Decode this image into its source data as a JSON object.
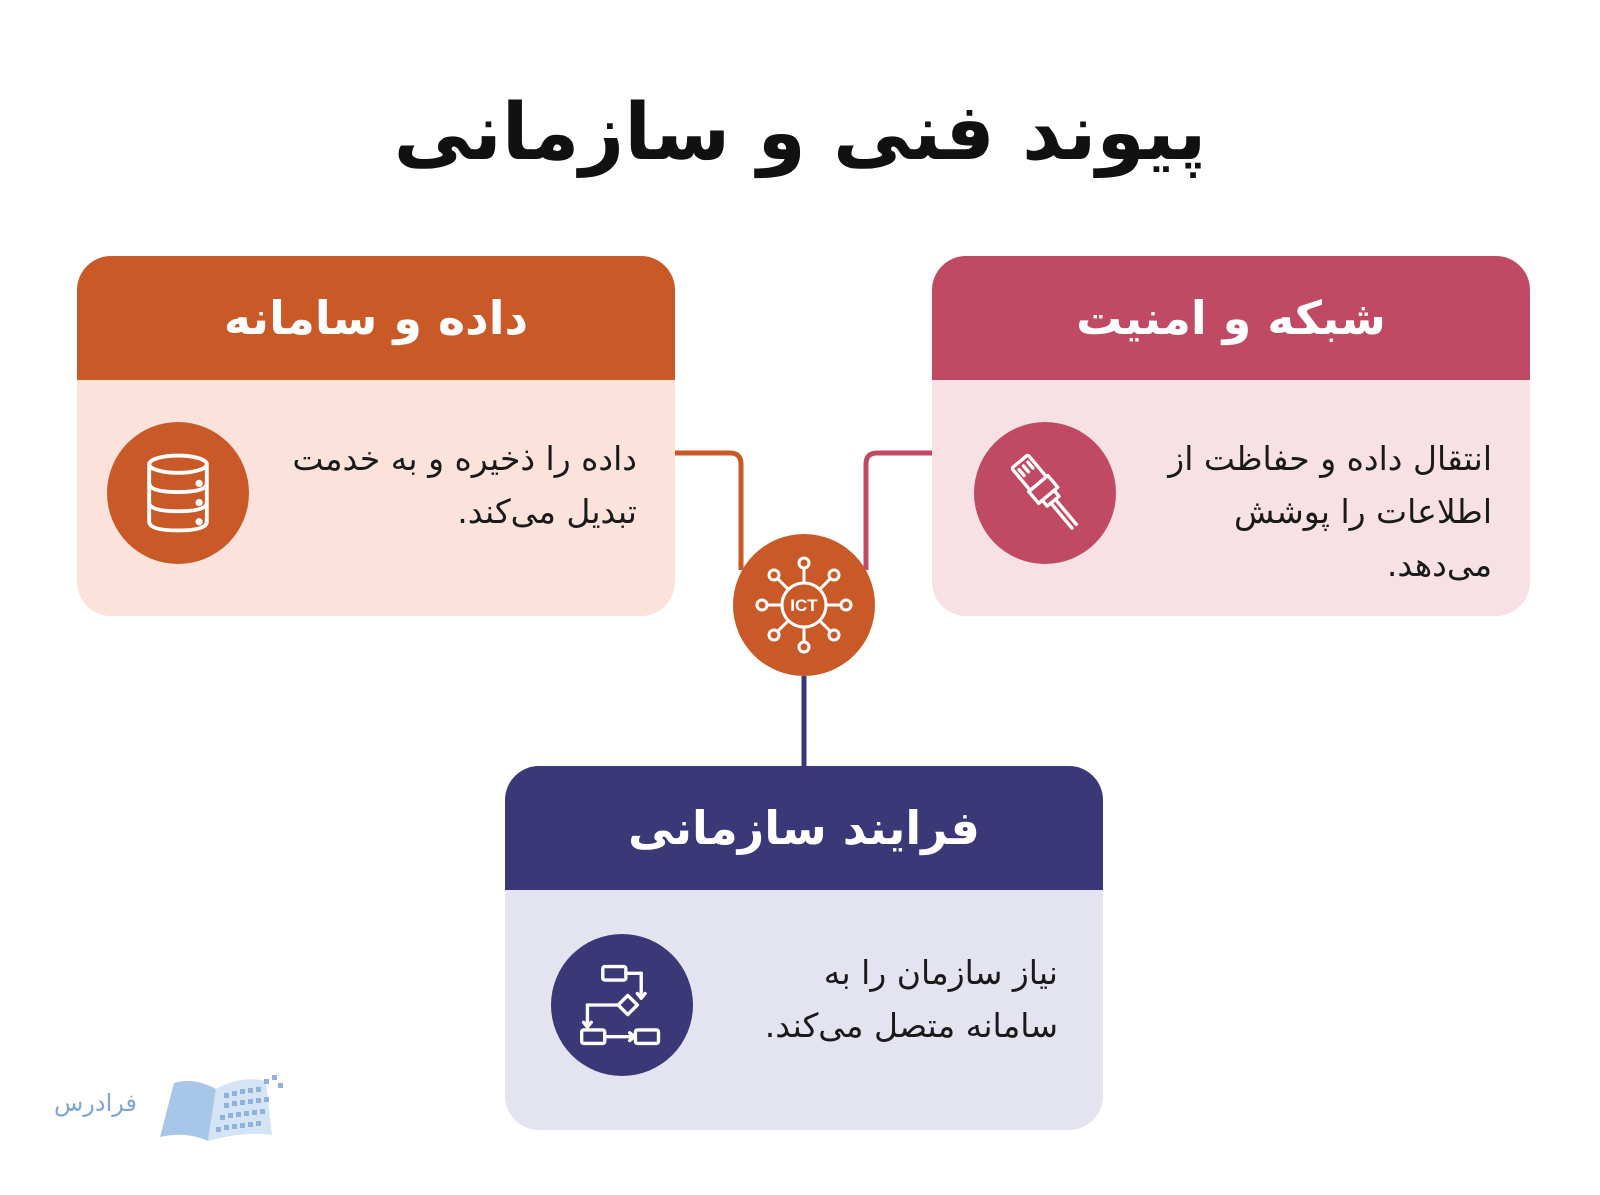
{
  "title": "پیوند فنی و سازمانی",
  "hub": {
    "label": "ICT"
  },
  "cards": {
    "network": {
      "title": "شبکه و امنیت",
      "lines": [
        "انتقال داده و حفاظت از",
        "اطلاعات را پوشش",
        "می‌دهد."
      ],
      "icon": "ethernet-cable-icon"
    },
    "data": {
      "title": "داده و سامانه",
      "lines": [
        "داده را ذخیره و به خدمت",
        "تبدیل می‌کند."
      ],
      "icon": "database-icon"
    },
    "process": {
      "title": "فرایند سازمانی",
      "lines": [
        "نیاز سازمان را به",
        "سامانه متصل می‌کند."
      ],
      "icon": "flowchart-icon"
    }
  },
  "colors": {
    "data": "#c95a28",
    "network": "#c04a63",
    "process": "#3a3877"
  },
  "logo": {
    "text": "فرادرس"
  }
}
